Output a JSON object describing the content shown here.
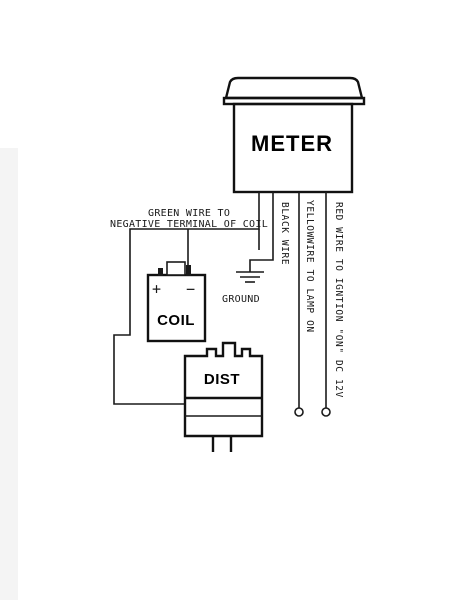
{
  "diagram": {
    "components": {
      "meter": "METER",
      "coil": "COIL",
      "dist": "DIST",
      "coil_plus": "+",
      "coil_minus": "−"
    },
    "annotations": {
      "green_wire_line1": "GREEN WIRE TO",
      "green_wire_line2": "NEGATIVE TERMINAL OF COIL",
      "ground": "GROUND",
      "black_wire": "BLACK WIRE",
      "yellow_wire": "YELLOWWIRE TO LAMP ON",
      "red_wire": "RED WIRE TO IGNTION \"ON\" DC 12V"
    },
    "colors": {
      "line": "#1a1a1a",
      "background": "#ffffff"
    }
  }
}
